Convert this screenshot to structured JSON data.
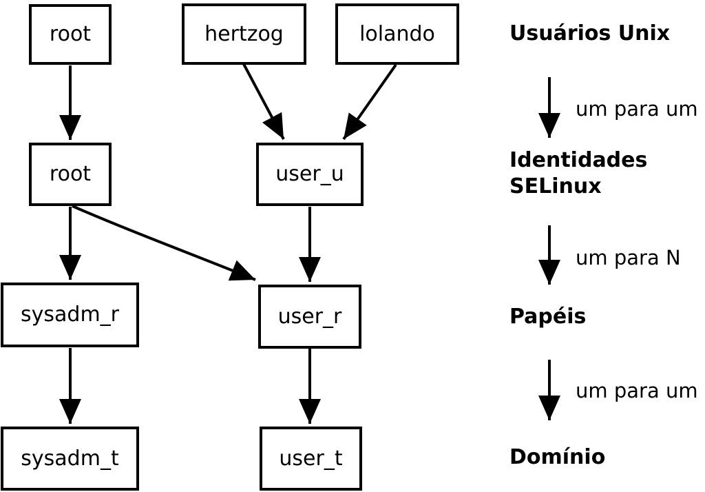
{
  "diagram": {
    "title_meaning": "SELinux identity mapping",
    "boxes": [
      {
        "id": "root-unix",
        "label": "root"
      },
      {
        "id": "hertzog",
        "label": "hertzog"
      },
      {
        "id": "lolando",
        "label": "lolando"
      },
      {
        "id": "root-selinux",
        "label": "root"
      },
      {
        "id": "user_u",
        "label": "user_u"
      },
      {
        "id": "sysadm_r",
        "label": "sysadm_r"
      },
      {
        "id": "user_r",
        "label": "user_r"
      },
      {
        "id": "sysadm_t",
        "label": "sysadm_t"
      },
      {
        "id": "user_t",
        "label": "user_t"
      }
    ],
    "edges": [
      {
        "from": "root-unix",
        "to": "root-selinux"
      },
      {
        "from": "hertzog",
        "to": "user_u"
      },
      {
        "from": "lolando",
        "to": "user_u"
      },
      {
        "from": "root-selinux",
        "to": "sysadm_r"
      },
      {
        "from": "root-selinux",
        "to": "user_r"
      },
      {
        "from": "user_u",
        "to": "user_r"
      },
      {
        "from": "sysadm_r",
        "to": "sysadm_t"
      },
      {
        "from": "user_r",
        "to": "user_t"
      }
    ],
    "legend": {
      "levels": [
        {
          "title": "Usuários Unix"
        },
        {
          "title_line1": "Identidades",
          "title_line2": "SELinux"
        },
        {
          "title": "Papéis"
        },
        {
          "title": "Domínio"
        }
      ],
      "mappings": [
        "um para um",
        "um para N",
        "um para um"
      ]
    },
    "colors": {
      "line": "#000000",
      "box_fill": "#ffffff",
      "background": "#ffffff"
    }
  }
}
